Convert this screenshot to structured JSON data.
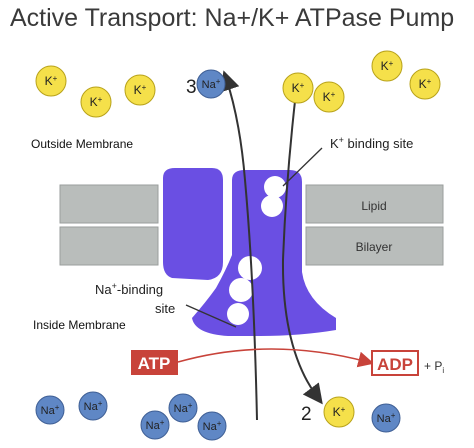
{
  "title": "Active Transport:  Na+/K+ ATPase Pump",
  "labels": {
    "outside": "Outside Membrane",
    "inside": "Inside Membrane",
    "lipid": "Lipid",
    "bilayer": "Bilayer",
    "k_site": "K",
    "k_site_sup": "+",
    "k_site_rest": " binding site",
    "na_site_line1": "Na",
    "na_site_sup": "+",
    "na_site_rest": "-binding",
    "na_site_line2": "site",
    "atp": "ATP",
    "adp": "ADP",
    "pi": "+ P",
    "pi_sub": "i",
    "count_na_out": "3",
    "count_k_in": "2"
  },
  "ions": {
    "k_symbol": "K",
    "na_symbol": "Na",
    "charge": "+"
  },
  "colors": {
    "k_fill": "#f5e04a",
    "na_fill": "#5f87c5",
    "pump": "#6a4fe3",
    "atp": "#c8433a",
    "membrane": "#b9bdbb"
  }
}
